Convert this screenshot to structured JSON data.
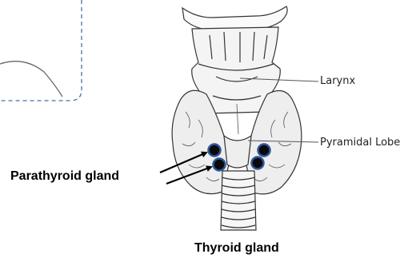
{
  "labels": {
    "larynx": "Larynx",
    "pyramidal_lobe": "Pyramidal Lobe",
    "parathyroid_gland": "Parathyroid gland",
    "thyroid_gland": "Thyroid gland"
  },
  "colors": {
    "parathyroid_dot_fill": "#0a0a0a",
    "parathyroid_dot_ring": "#2f5597",
    "dashed_frame": "#4a6fa5",
    "line_art": "#333333"
  }
}
